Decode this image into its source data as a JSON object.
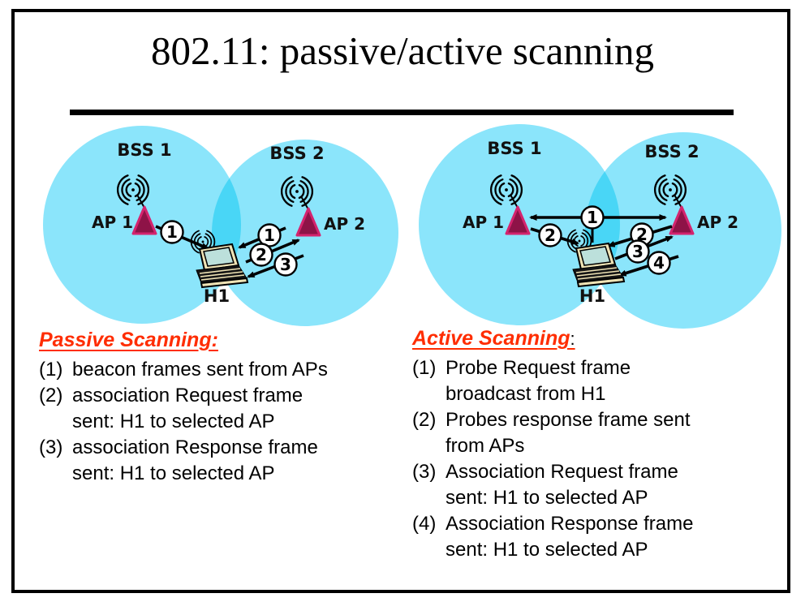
{
  "slide": {
    "title": "802.11: passive/active scanning",
    "diagrams": {
      "passive": {
        "bss1": "BSS 1",
        "bss2": "BSS 2",
        "ap1": "AP 1",
        "ap2": "AP 2",
        "host": "H1",
        "badge_beacon_ap1": "1",
        "badge_beacon_ap2": "1",
        "badge_assoc_req": "2",
        "badge_assoc_resp": "3"
      },
      "active": {
        "bss1": "BSS 1",
        "bss2": "BSS 2",
        "ap1": "AP 1",
        "ap2": "AP 2",
        "host": "H1",
        "badge_probe_req": "1",
        "badge_probe_resp_ap1": "2",
        "badge_probe_resp_ap2": "2",
        "badge_assoc_req": "3",
        "badge_assoc_resp": "4"
      }
    },
    "passive_list": {
      "heading": "Passive Scanning:",
      "items": [
        {
          "num": "(1)",
          "line1": "beacon frames sent from APs",
          "line2": ""
        },
        {
          "num": "(2)",
          "line1": "association Request frame",
          "line2": "sent: H1 to selected AP"
        },
        {
          "num": "(3)",
          "line1": "association Response frame",
          "line2": "sent: H1 to selected AP"
        }
      ]
    },
    "active_list": {
      "heading": "Active Scanning",
      "heading_colon": ":",
      "items": [
        {
          "num": "(1)",
          "line1": "Probe Request frame",
          "line2": "broadcast from H1"
        },
        {
          "num": "(2)",
          "line1": "Probes response frame sent",
          "line2": "from APs"
        },
        {
          "num": "(3)",
          "line1": "Association Request frame",
          "line2": "sent: H1 to selected AP"
        },
        {
          "num": "(4)",
          "line1": "Association Response frame",
          "line2": "sent: H1 to selected AP"
        }
      ]
    }
  },
  "colors": {
    "circle_fill": "#8BE5FB",
    "circle_overlap": "#49D6F6",
    "heading_red": "#FF2D00",
    "ap_fill": "#8E1347",
    "ap_stroke": "#D4246E",
    "laptop_screen": "#BCE0DB",
    "laptop_trim": "#EFE3B5"
  }
}
